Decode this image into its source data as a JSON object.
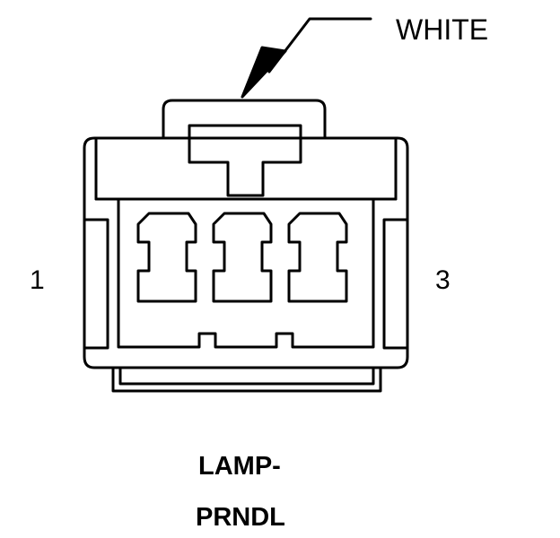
{
  "callout": {
    "color_label": "WHITE"
  },
  "pins": {
    "left": "1",
    "right": "3"
  },
  "connector_name": {
    "line1": "LAMP-",
    "line2": "PRNDL"
  }
}
